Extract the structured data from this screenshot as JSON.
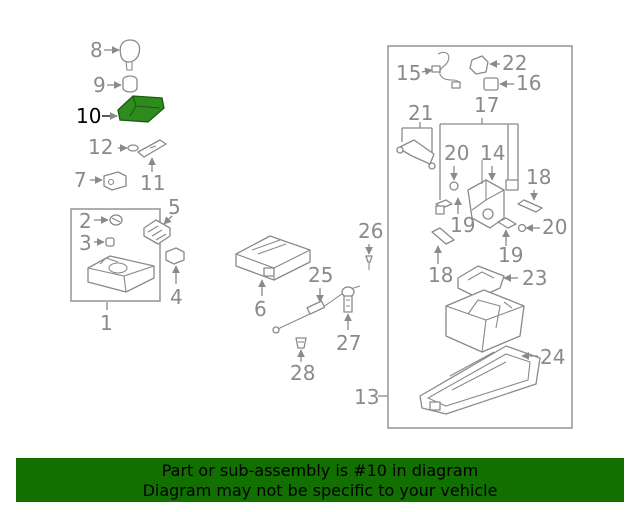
{
  "diagram": {
    "highlighted_part": "10",
    "highlight_color": "#2e8b1e",
    "callouts": [
      "1",
      "2",
      "3",
      "4",
      "5",
      "6",
      "7",
      "8",
      "9",
      "10",
      "11",
      "12",
      "13",
      "14",
      "15",
      "16",
      "17",
      "18",
      "18",
      "19",
      "19",
      "20",
      "20",
      "21",
      "22",
      "23",
      "24",
      "25",
      "26",
      "27",
      "28"
    ]
  },
  "banner": {
    "line1": "Part or sub-assembly is #10 in diagram",
    "line2": "Diagram may not be specific to your vehicle",
    "background": "#117000"
  }
}
